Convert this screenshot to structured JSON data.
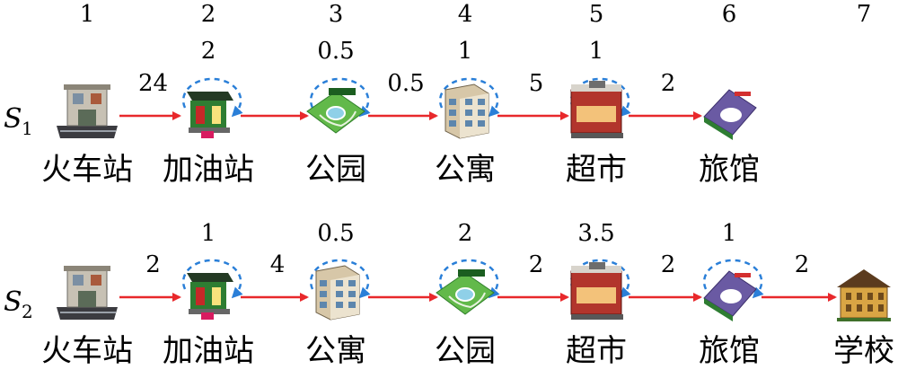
{
  "diagram": {
    "column_numbers": [
      "1",
      "2",
      "3",
      "4",
      "5",
      "6",
      "7"
    ],
    "sequences": [
      {
        "label": "S",
        "subscript": "1",
        "places": [
          {
            "name": "火车站",
            "icon": "train-station-icon"
          },
          {
            "name": "加油站",
            "icon": "gas-station-icon"
          },
          {
            "name": "公园",
            "icon": "park-icon"
          },
          {
            "name": "公寓",
            "icon": "apartment-icon"
          },
          {
            "name": "超市",
            "icon": "supermarket-icon"
          },
          {
            "name": "旅馆",
            "icon": "hotel-icon"
          }
        ],
        "stay_times": [
          "",
          "2",
          "0.5",
          "1",
          "1",
          "",
          ""
        ],
        "travel_times": [
          "24",
          "",
          "0.5",
          "5",
          "2"
        ]
      },
      {
        "label": "S",
        "subscript": "2",
        "places": [
          {
            "name": "火车站",
            "icon": "train-station-icon"
          },
          {
            "name": "加油站",
            "icon": "gas-station-icon"
          },
          {
            "name": "公寓",
            "icon": "apartment-icon"
          },
          {
            "name": "公园",
            "icon": "park-icon"
          },
          {
            "name": "超市",
            "icon": "supermarket-icon"
          },
          {
            "name": "旅馆",
            "icon": "hotel-icon"
          },
          {
            "name": "学校",
            "icon": "school-icon"
          }
        ],
        "stay_times": [
          "",
          "1",
          "0.5",
          "2",
          "3.5",
          "1",
          ""
        ],
        "travel_times": [
          "2",
          "4",
          "",
          "2",
          "2",
          "2"
        ]
      }
    ],
    "colors": {
      "arrow": "#e8282b",
      "loop": "#2a7fd8",
      "text": "#000000"
    }
  }
}
